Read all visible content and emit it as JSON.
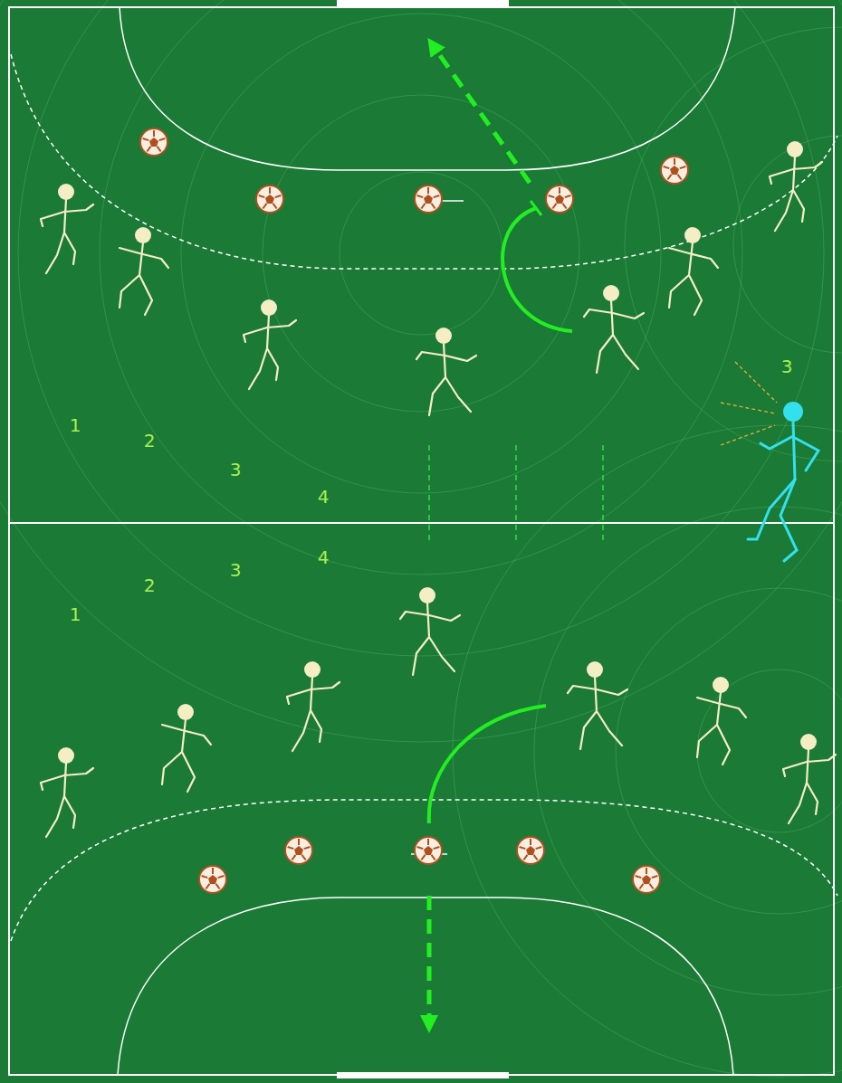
{
  "diagram": {
    "labels": [
      "3",
      "1",
      "2",
      "3",
      "4",
      "4",
      "3",
      "2",
      "1"
    ]
  }
}
